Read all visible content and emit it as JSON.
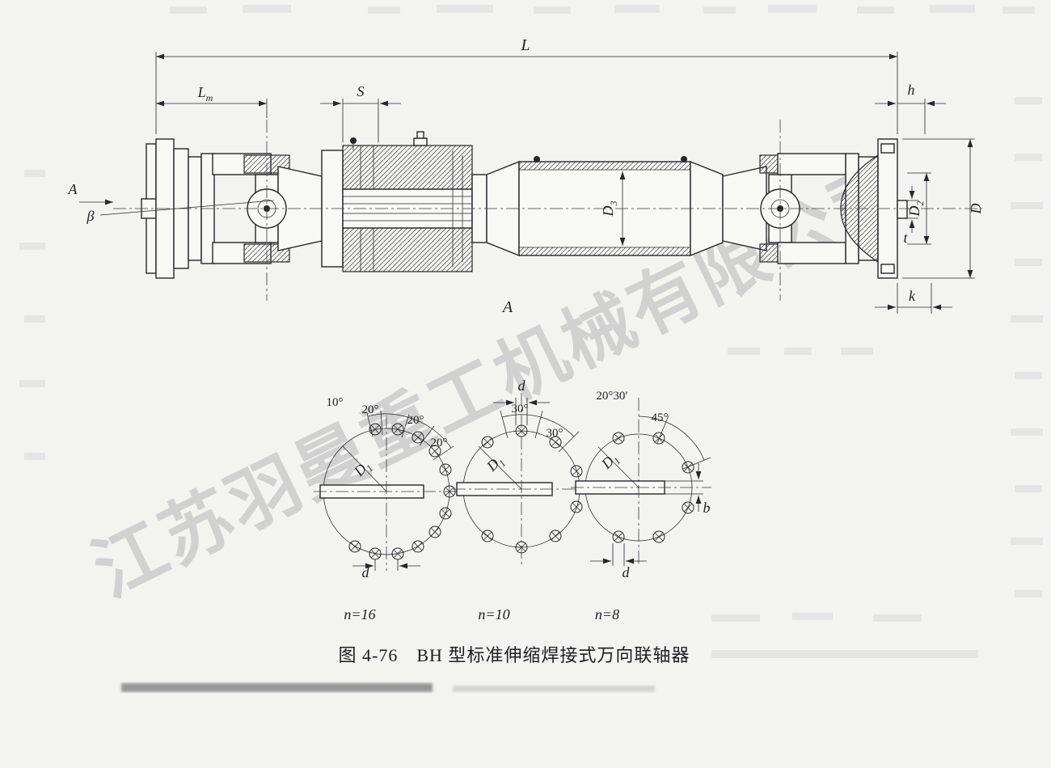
{
  "figure": {
    "caption": "图 4-76　BH 型标准伸缩焊接式万向联轴器",
    "watermark": "江苏羽曼重工机械有限公司"
  },
  "main_view": {
    "dim_L": "L",
    "dim_Lm": {
      "main": "L",
      "sub": "m"
    },
    "dim_S": "S",
    "dim_h": "h",
    "dim_D": "D",
    "dim_D2": {
      "main": "D",
      "sub": "2"
    },
    "dim_D3": {
      "main": "D",
      "sub": "3"
    },
    "dim_t": "t",
    "dim_k": "k",
    "view_arrow_label": "A",
    "angle_label": "β",
    "section_label": "A"
  },
  "bolt_patterns": [
    {
      "n_label": "n=16",
      "angle_labels": [
        "10°",
        "20°",
        "20°",
        "20°"
      ],
      "bolt_circle": {
        "main": "D",
        "sub": "1"
      },
      "hole_dia_label": "d"
    },
    {
      "n_label": "n=10",
      "angle_labels": [
        "30°",
        "30°"
      ],
      "bolt_circle": {
        "main": "D",
        "sub": "1"
      },
      "hole_dia_label": "d"
    },
    {
      "n_label": "n=8",
      "angle_labels": [
        "20°30′",
        "45°"
      ],
      "bolt_circle": {
        "main": "D",
        "sub": "1"
      },
      "hole_dia_label": "d",
      "width_label": "b"
    }
  ]
}
